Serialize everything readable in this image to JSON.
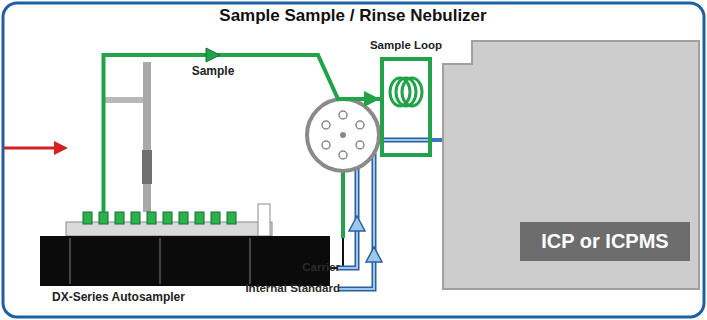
{
  "diagram": {
    "title": "Sample Sample / Rinse Nebulizer",
    "nodes": [
      {
        "text": [
          "DX-Series Autosampler"
        ]
      },
      {
        "text": [
          "Sample Loop"
        ]
      },
      {
        "text": [
          "ICP or ICPMS"
        ]
      }
    ],
    "edges": [
      {
        "from": 0,
        "to": 1,
        "label": "Sample",
        "arrow": "to"
      },
      {
        "from": 1,
        "to": 2,
        "arrow": "none"
      }
    ],
    "labels": [
      "Carrier",
      "Internal Standard"
    ]
  }
}
